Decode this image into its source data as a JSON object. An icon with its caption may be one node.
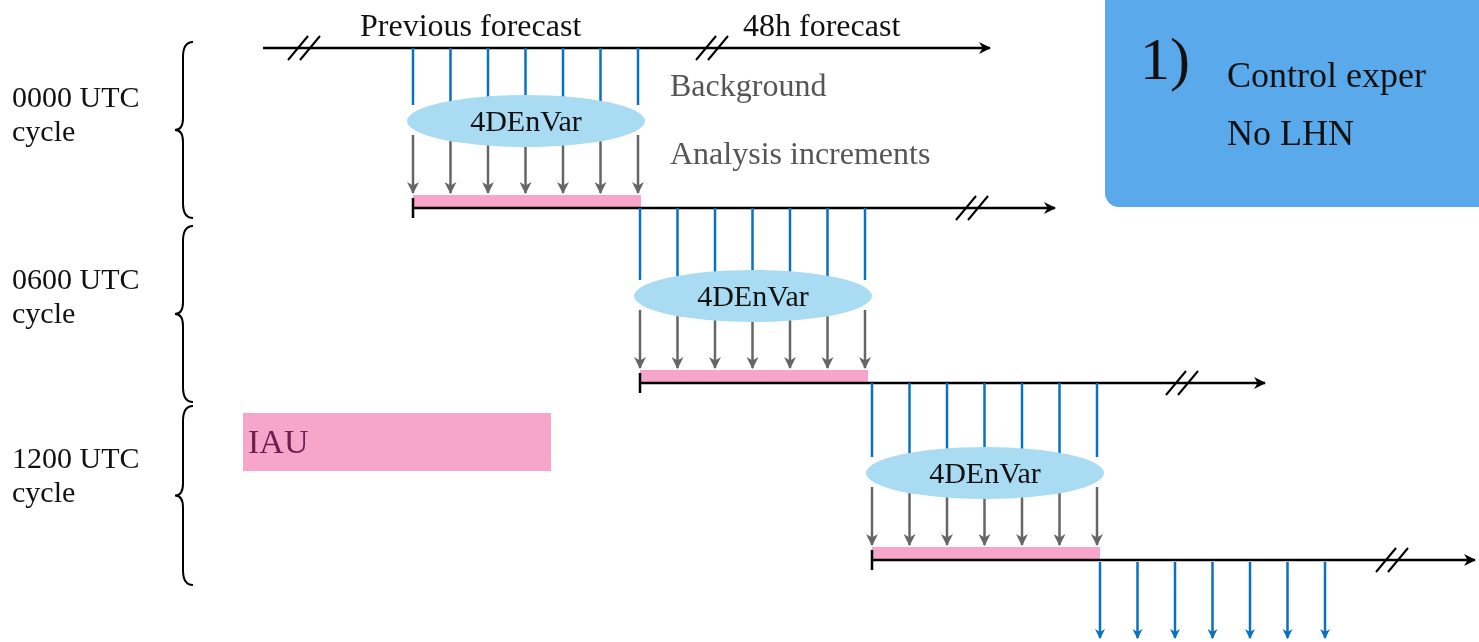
{
  "diagram": {
    "nodes": [
      {
        "text": [
          "1)",
          "Control exper No LHN"
        ]
      },
      {
        "text": [
          "4DEnVar"
        ]
      },
      {
        "text": [
          "4DEnVar"
        ]
      },
      {
        "text": [
          "4DEnVar"
        ]
      }
    ],
    "labels": [
      "Previous forecast",
      "48h forecast",
      "Background",
      "Analysis increments",
      "0000 UTC cycle",
      "0600 UTC cycle",
      "1200 UTC cycle"
    ],
    "legend": [
      {
        "text": "IAU",
        "color": "#f7a5cb"
      }
    ]
  }
}
